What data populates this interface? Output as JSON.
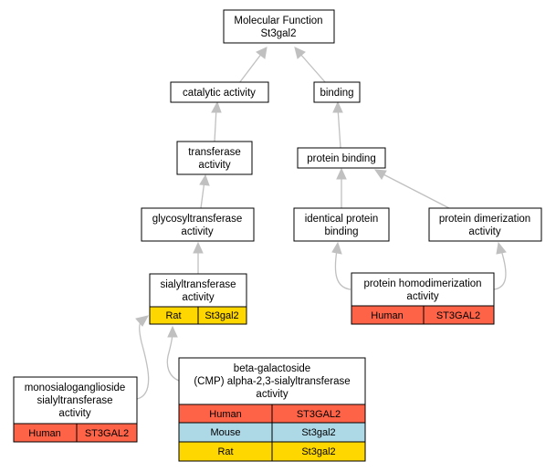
{
  "root": {
    "line1": "Molecular Function",
    "line2": "St3gal2"
  },
  "nodes": {
    "catalytic_activity": {
      "line1": "catalytic activity"
    },
    "binding": {
      "line1": "binding"
    },
    "transferase_activity": {
      "line1": "transferase",
      "line2": "activity"
    },
    "protein_binding": {
      "line1": "protein binding"
    },
    "glycosyltransferase_activity": {
      "line1": "glycosyltransferase",
      "line2": "activity"
    },
    "identical_protein_binding": {
      "line1": "identical protein",
      "line2": "binding"
    },
    "protein_dimerization_activity": {
      "line1": "protein dimerization",
      "line2": "activity"
    },
    "sialyltransferase_activity": {
      "line1": "sialyltransferase",
      "line2": "activity",
      "annotations": [
        {
          "species": "Rat",
          "gene": "St3gal2"
        }
      ]
    },
    "protein_homodimerization_activity": {
      "line1": "protein homodimerization",
      "line2": "activity",
      "annotations": [
        {
          "species": "Human",
          "gene": "ST3GAL2"
        }
      ]
    },
    "monosialoganglioside_activity": {
      "line1": "monosialoganglioside",
      "line2": "sialyltransferase",
      "line3": "activity",
      "annotations": [
        {
          "species": "Human",
          "gene": "ST3GAL2"
        }
      ]
    },
    "beta_galactoside_activity": {
      "line1": "beta-galactoside",
      "line2": "(CMP) alpha-2,3-sialyltransferase",
      "line3": "activity",
      "annotations": [
        {
          "species": "Human",
          "gene": "ST3GAL2"
        },
        {
          "species": "Mouse",
          "gene": "St3gal2"
        },
        {
          "species": "Rat",
          "gene": "St3gal2"
        }
      ]
    }
  },
  "colors": {
    "human": "#ff6347",
    "mouse": "#add8e6",
    "rat": "#ffd700",
    "edge": "#c0c0c0"
  }
}
